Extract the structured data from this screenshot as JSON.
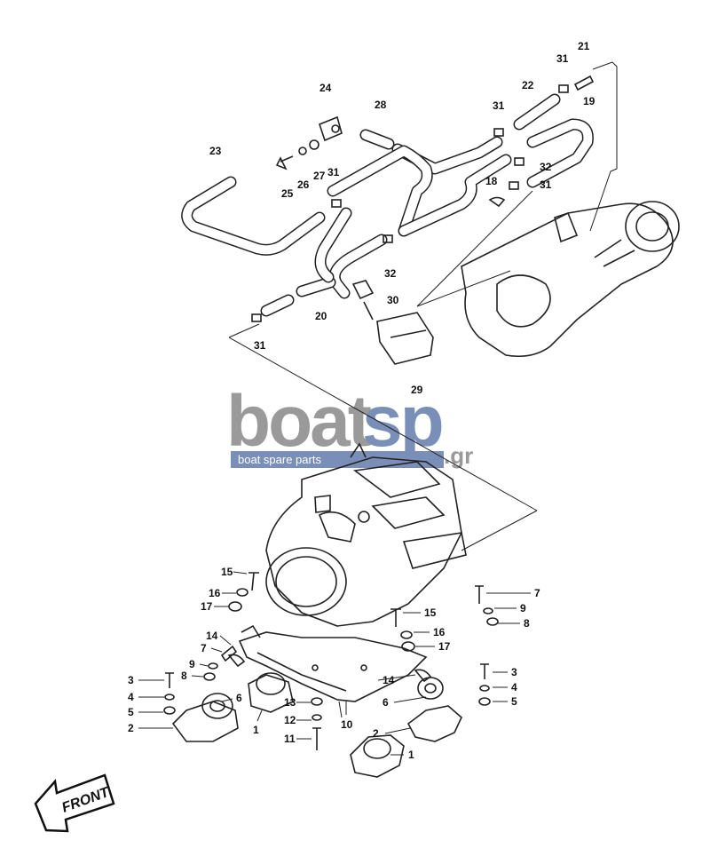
{
  "watermark": {
    "brand_main": "boat",
    "brand_accent": "sp",
    "brand_tld": ".gr",
    "tagline": "boat spare parts",
    "colors": {
      "gray": "#9a9a9a",
      "accent": "#7a8fb8"
    }
  },
  "front_marker": "FRONT",
  "callouts": [
    "21",
    "31",
    "22",
    "19",
    "24",
    "28",
    "31",
    "23",
    "32",
    "31",
    "18",
    "31",
    "27",
    "26",
    "25",
    "32",
    "30",
    "20",
    "31",
    "29",
    "15",
    "16",
    "17",
    "7",
    "9",
    "8",
    "15",
    "16",
    "17",
    "14",
    "7",
    "9",
    "8",
    "3",
    "4",
    "5",
    "6",
    "2",
    "13",
    "12",
    "11",
    "10",
    "1",
    "14",
    "6",
    "2",
    "3",
    "4",
    "5",
    "1"
  ]
}
